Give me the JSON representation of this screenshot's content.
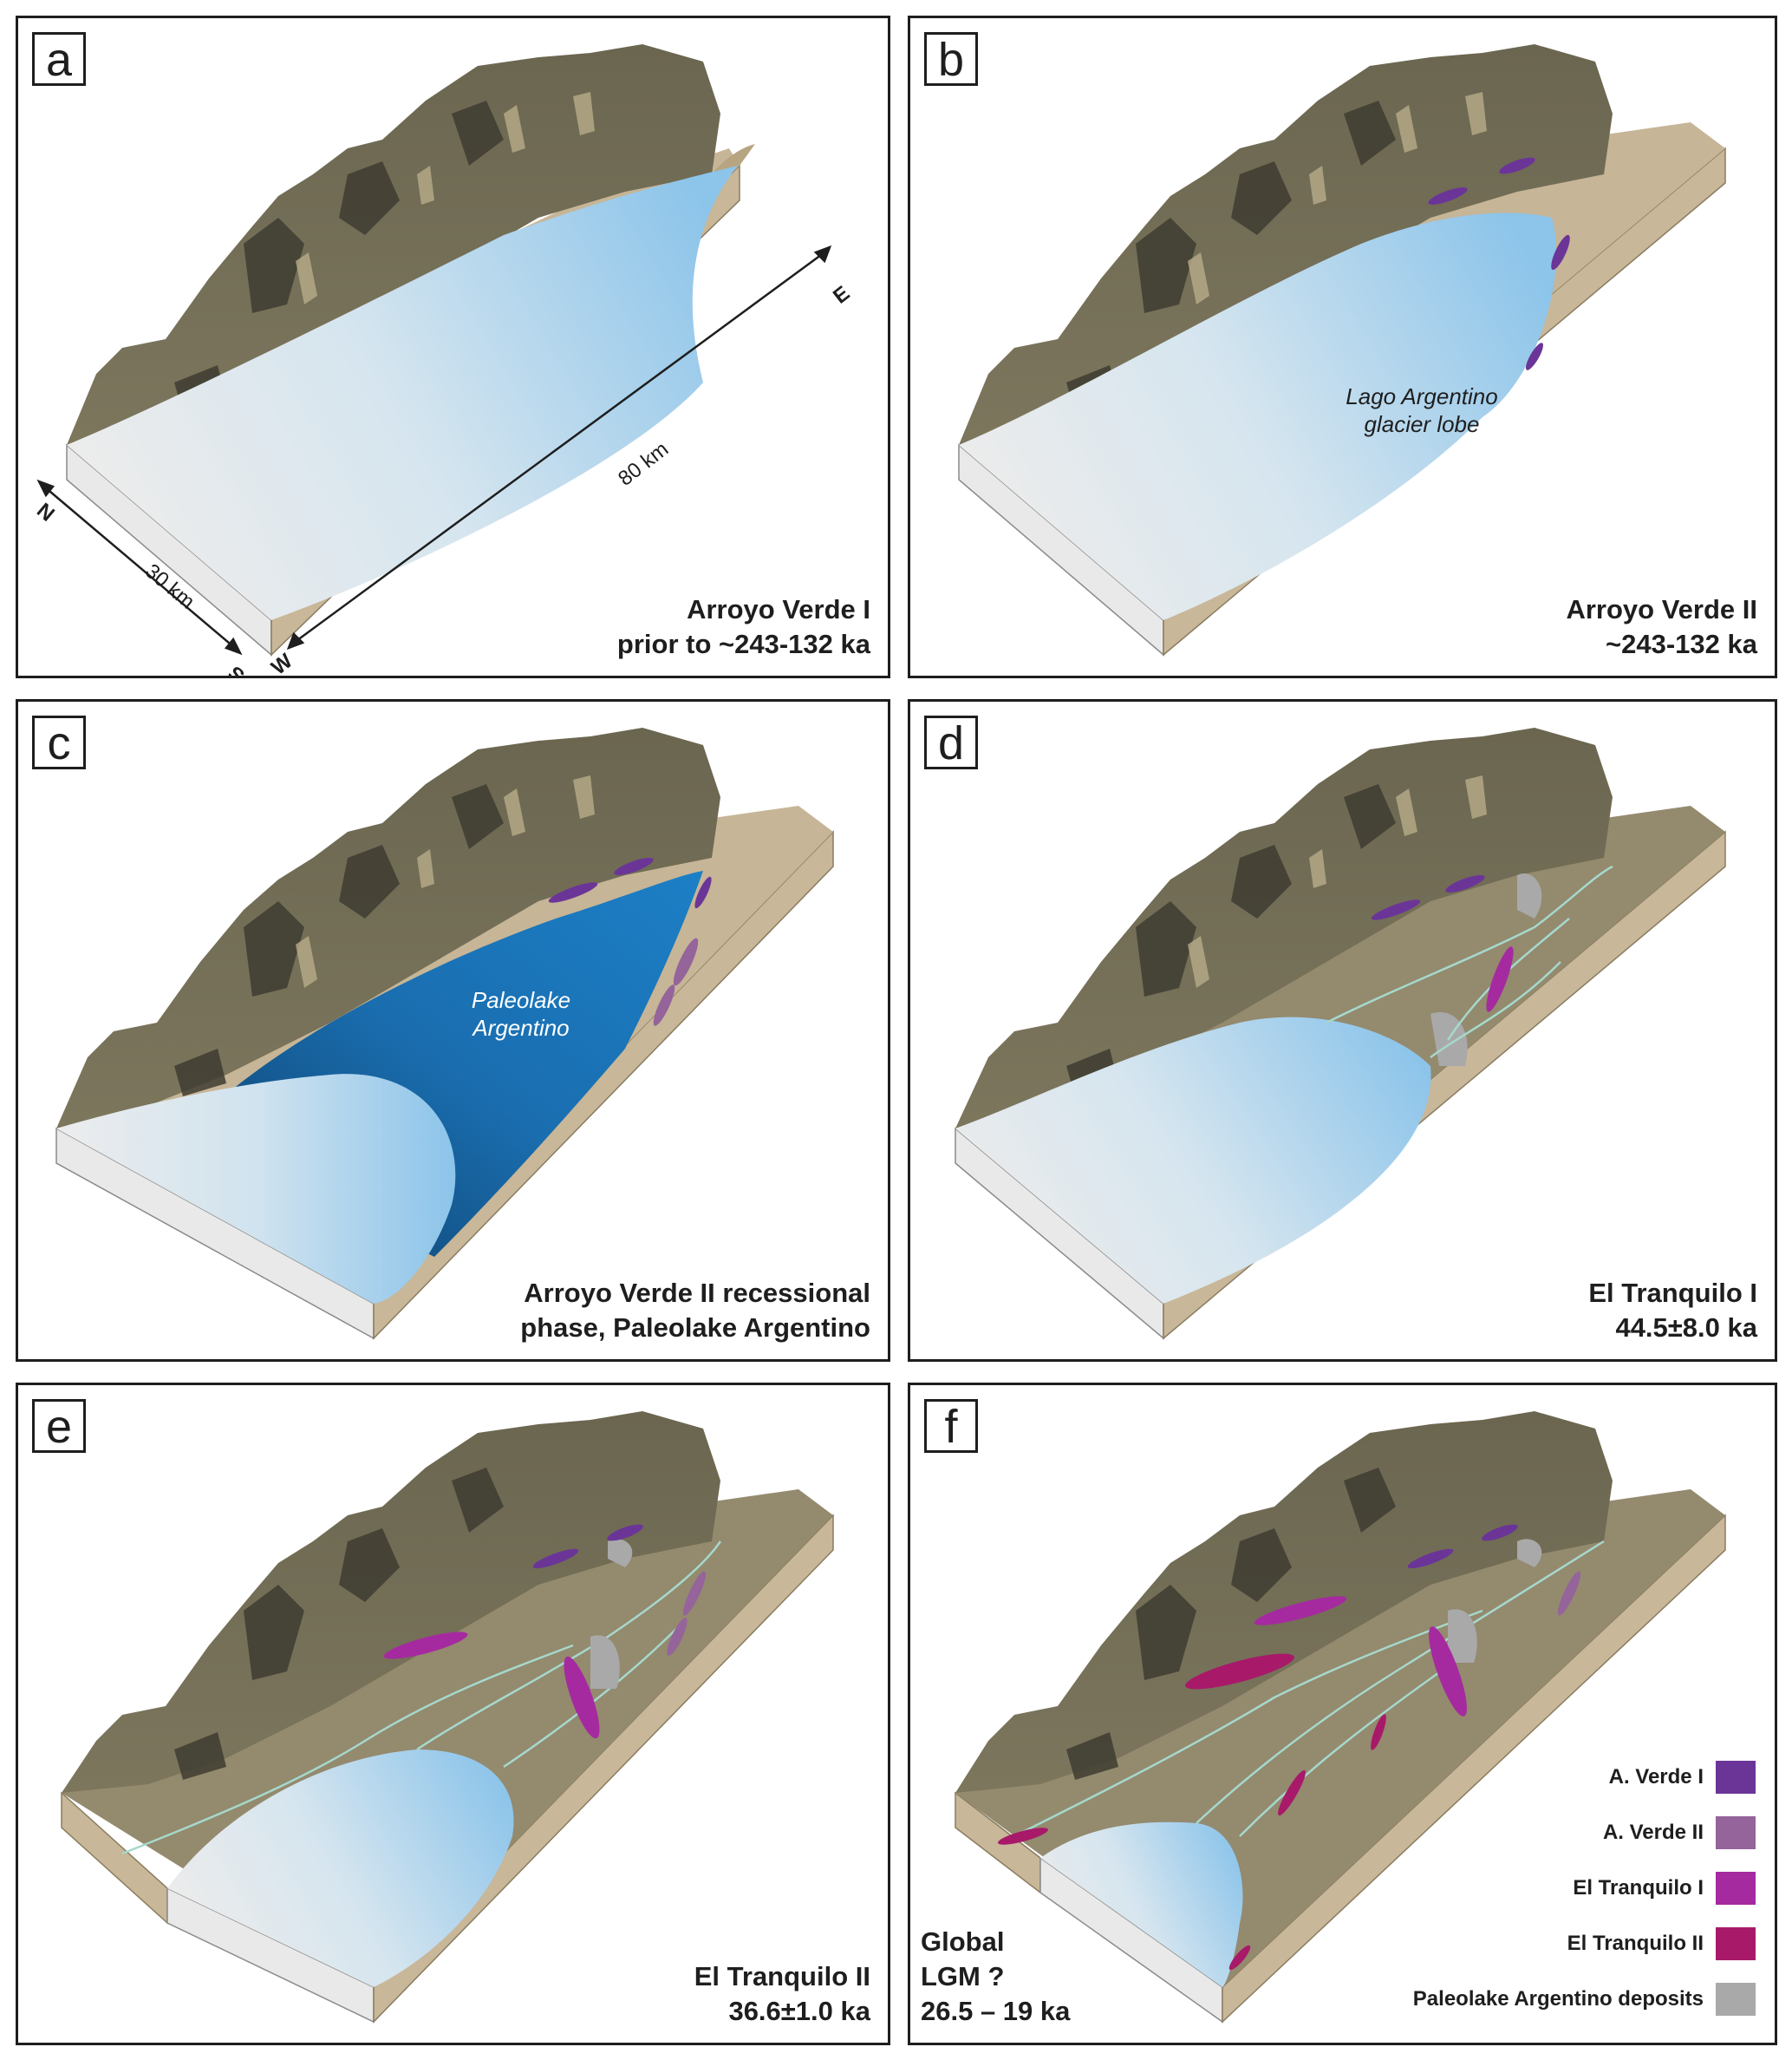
{
  "panels": [
    {
      "letter": "a",
      "caption": [
        "Arroyo Verde I",
        "prior to ~243-132 ka"
      ]
    },
    {
      "letter": "b",
      "caption": [
        "Arroyo Verde II",
        "~243-132 ka"
      ],
      "label": [
        "Lago Argentino",
        "glacier lobe"
      ]
    },
    {
      "letter": "c",
      "caption": [
        "Arroyo Verde II recessional",
        "phase, Paleolake Argentino"
      ],
      "label": [
        "Paleolake",
        "Argentino"
      ]
    },
    {
      "letter": "d",
      "caption": [
        "El Tranquilo I",
        "44.5±8.0 ka"
      ]
    },
    {
      "letter": "e",
      "caption": [
        "El Tranquilo II",
        "36.6±1.0 ka"
      ]
    },
    {
      "letter": "f",
      "caption": [
        "Global",
        "LGM ?",
        "26.5 – 19 ka"
      ]
    }
  ],
  "scale": {
    "width_label": "30 km",
    "length_label": "80 km",
    "compass": {
      "n": "N",
      "s": "S",
      "e": "E",
      "w": "W"
    }
  },
  "legend": [
    {
      "label": "A. Verde I",
      "color": "#6b3598"
    },
    {
      "label": "A. Verde II",
      "color": "#94649a"
    },
    {
      "label": "El Tranquilo I",
      "color": "#a52aa0"
    },
    {
      "label": "El Tranquilo II",
      "color": "#a8196a"
    },
    {
      "label": "Paleolake Argentino deposits",
      "color": "#a9a9a9"
    }
  ],
  "colors": {
    "mountain": "#6f6a55",
    "mountain_dark": "#3d3d31",
    "valley_floor": "#9a8e72",
    "block_side": "#c8b798",
    "ice": "#8fc4e8",
    "paleolake": "#1765a8",
    "meltwater": "#a6d8cc"
  }
}
